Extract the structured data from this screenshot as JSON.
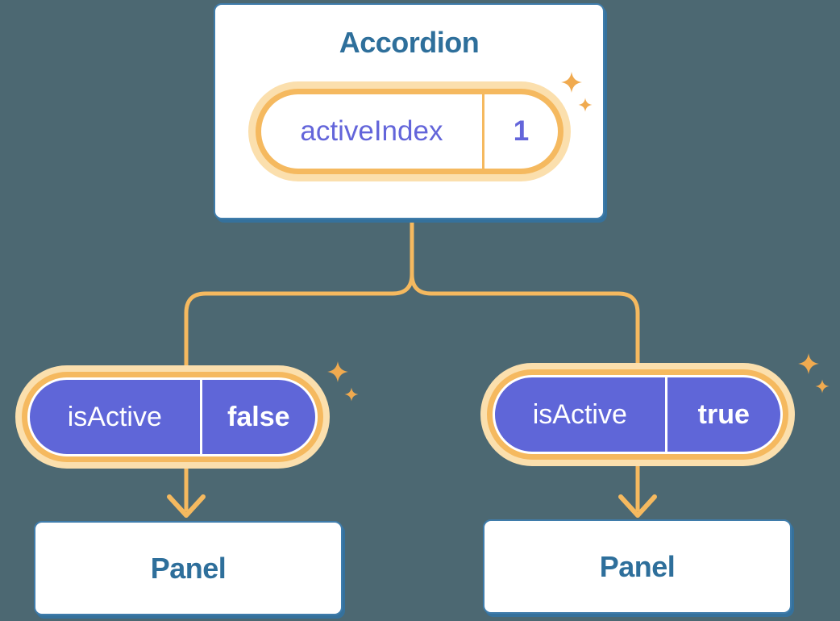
{
  "root": {
    "title": "Accordion",
    "state": {
      "name": "activeIndex",
      "value": "1"
    }
  },
  "children": {
    "left": {
      "prop": {
        "name": "isActive",
        "value": "false"
      },
      "child_title": "Panel"
    },
    "right": {
      "prop": {
        "name": "isActive",
        "value": "true"
      },
      "child_title": "Panel"
    }
  },
  "icons": {
    "sparkle": "four-point-star-sparkle",
    "arrow": "down-chevron-arrow"
  },
  "colors": {
    "background": "#4C6872",
    "box_border": "#3F7CAB",
    "box_shadow": "#35719C",
    "heading_blue": "#2E6F9B",
    "pill_purple": "#5F66D8",
    "purple_text": "#6365DA",
    "orange": "#F5B95F",
    "orange_glow": "#FBDFAD",
    "sparkle": "#F0AA4F",
    "white": "#FFFFFF"
  }
}
